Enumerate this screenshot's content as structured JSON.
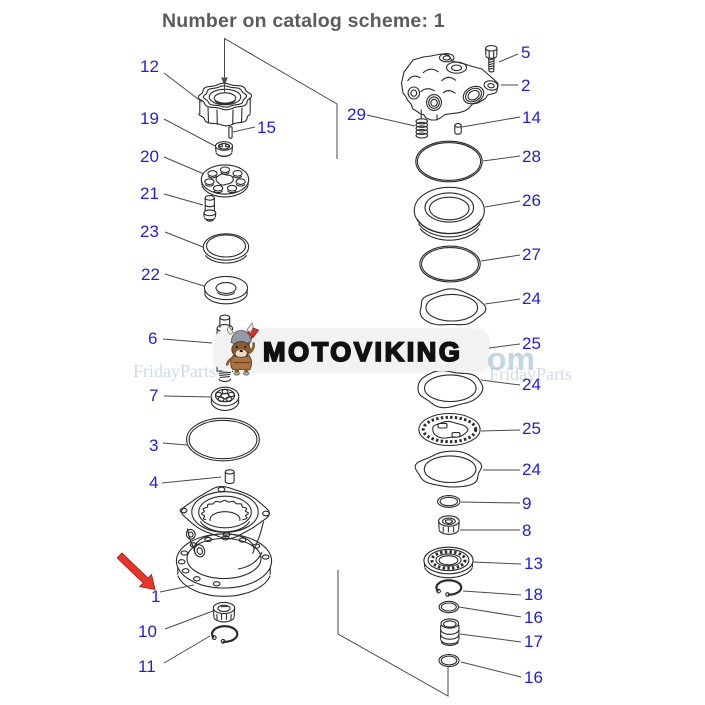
{
  "title": {
    "text": "Number on catalog scheme: 1"
  },
  "colors": {
    "callout_number": "#1e1ee0",
    "title_text": "#5c5c5c",
    "drawing_line": "#2b2b2b",
    "leader_line": "#4a4a4a",
    "highlight_arrow": "#e8342a",
    "watermark_blue": "#c3d8ec",
    "logo_background": "#f2f2f2",
    "logo_text": "#111111"
  },
  "watermarks": {
    "left_text": "FridayParts",
    "right_text": "FridayParts",
    "center_partial_text": "om",
    "logo_text": "MOTOVIKING",
    "mascot": "viking-dog"
  },
  "callouts": [
    {
      "number": "12"
    },
    {
      "number": "19"
    },
    {
      "number": "15"
    },
    {
      "number": "20"
    },
    {
      "number": "21"
    },
    {
      "number": "23"
    },
    {
      "number": "22"
    },
    {
      "number": "6"
    },
    {
      "number": "7"
    },
    {
      "number": "3"
    },
    {
      "number": "4"
    },
    {
      "number": "1"
    },
    {
      "number": "10"
    },
    {
      "number": "11"
    },
    {
      "number": "5"
    },
    {
      "number": "2"
    },
    {
      "number": "29"
    },
    {
      "number": "14"
    },
    {
      "number": "28"
    },
    {
      "number": "26"
    },
    {
      "number": "27"
    },
    {
      "number": "24"
    },
    {
      "number": "25"
    },
    {
      "number": "24"
    },
    {
      "number": "25"
    },
    {
      "number": "24"
    },
    {
      "number": "9"
    },
    {
      "number": "8"
    },
    {
      "number": "13"
    },
    {
      "number": "18"
    },
    {
      "number": "16"
    },
    {
      "number": "17"
    },
    {
      "number": "16"
    }
  ]
}
